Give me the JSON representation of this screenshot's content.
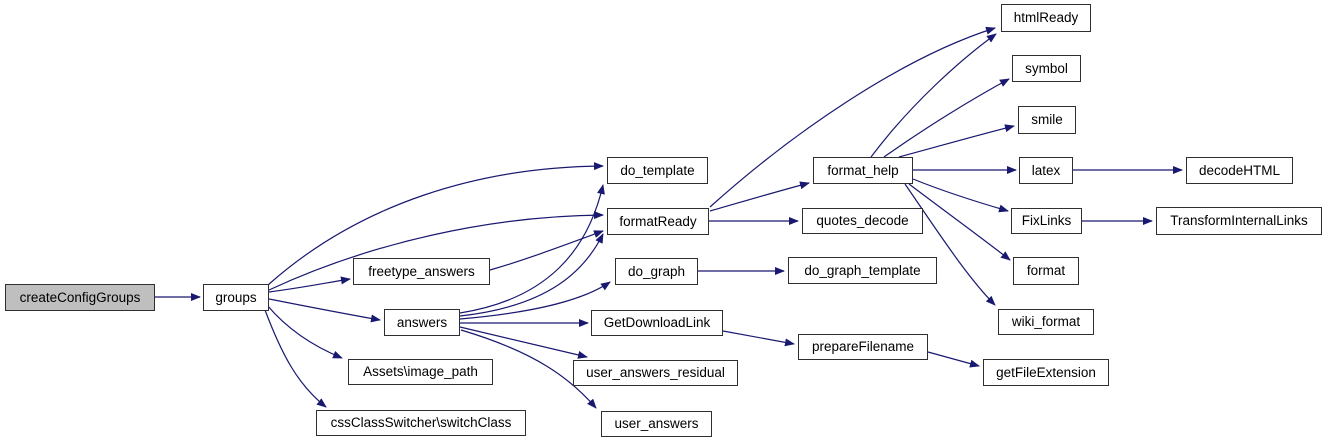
{
  "diagram": {
    "type": "call-graph",
    "direction": "left-to-right",
    "colors": {
      "edge": "#191970",
      "node_border": "#2f2f2f",
      "node_fill": "#ffffff",
      "highlight_fill": "#bfbfbf",
      "text": "#000000",
      "background": "#ffffff"
    },
    "nodes": {
      "createConfigGroups": {
        "label": "createConfigGroups",
        "highlighted": true
      },
      "groups": {
        "label": "groups"
      },
      "freetype_answers": {
        "label": "freetype_answers"
      },
      "answers": {
        "label": "answers"
      },
      "assets_image_path": {
        "label": "Assets\\image_path"
      },
      "css_class_switcher": {
        "label": "cssClassSwitcher\\switchClass"
      },
      "do_template": {
        "label": "do_template"
      },
      "formatReady": {
        "label": "formatReady"
      },
      "do_graph": {
        "label": "do_graph"
      },
      "GetDownloadLink": {
        "label": "GetDownloadLink"
      },
      "user_answers_residual": {
        "label": "user_answers_residual"
      },
      "user_answers": {
        "label": "user_answers"
      },
      "format_help": {
        "label": "format_help"
      },
      "quotes_decode": {
        "label": "quotes_decode"
      },
      "do_graph_template": {
        "label": "do_graph_template"
      },
      "prepareFilename": {
        "label": "prepareFilename"
      },
      "htmlReady": {
        "label": "htmlReady"
      },
      "symbol": {
        "label": "symbol"
      },
      "smile": {
        "label": "smile"
      },
      "latex": {
        "label": "latex"
      },
      "FixLinks": {
        "label": "FixLinks"
      },
      "format": {
        "label": "format"
      },
      "wiki_format": {
        "label": "wiki_format"
      },
      "decodeHTML": {
        "label": "decodeHTML"
      },
      "TransformInternalLinks": {
        "label": "TransformInternalLinks"
      },
      "getFileExtension": {
        "label": "getFileExtension"
      }
    },
    "edges": [
      {
        "from": "createConfigGroups",
        "to": "groups"
      },
      {
        "from": "groups",
        "to": "do_template"
      },
      {
        "from": "groups",
        "to": "formatReady"
      },
      {
        "from": "groups",
        "to": "freetype_answers"
      },
      {
        "from": "groups",
        "to": "answers"
      },
      {
        "from": "groups",
        "to": "assets_image_path"
      },
      {
        "from": "groups",
        "to": "css_class_switcher"
      },
      {
        "from": "freetype_answers",
        "to": "formatReady"
      },
      {
        "from": "answers",
        "to": "do_template"
      },
      {
        "from": "answers",
        "to": "formatReady"
      },
      {
        "from": "answers",
        "to": "do_graph"
      },
      {
        "from": "answers",
        "to": "GetDownloadLink"
      },
      {
        "from": "answers",
        "to": "user_answers_residual"
      },
      {
        "from": "answers",
        "to": "user_answers"
      },
      {
        "from": "formatReady",
        "to": "htmlReady"
      },
      {
        "from": "formatReady",
        "to": "format_help"
      },
      {
        "from": "formatReady",
        "to": "quotes_decode"
      },
      {
        "from": "format_help",
        "to": "htmlReady"
      },
      {
        "from": "format_help",
        "to": "symbol"
      },
      {
        "from": "format_help",
        "to": "smile"
      },
      {
        "from": "format_help",
        "to": "latex"
      },
      {
        "from": "format_help",
        "to": "FixLinks"
      },
      {
        "from": "format_help",
        "to": "format"
      },
      {
        "from": "format_help",
        "to": "wiki_format"
      },
      {
        "from": "do_graph",
        "to": "do_graph_template"
      },
      {
        "from": "GetDownloadLink",
        "to": "prepareFilename"
      },
      {
        "from": "prepareFilename",
        "to": "getFileExtension"
      },
      {
        "from": "latex",
        "to": "decodeHTML"
      },
      {
        "from": "FixLinks",
        "to": "TransformInternalLinks"
      }
    ]
  }
}
